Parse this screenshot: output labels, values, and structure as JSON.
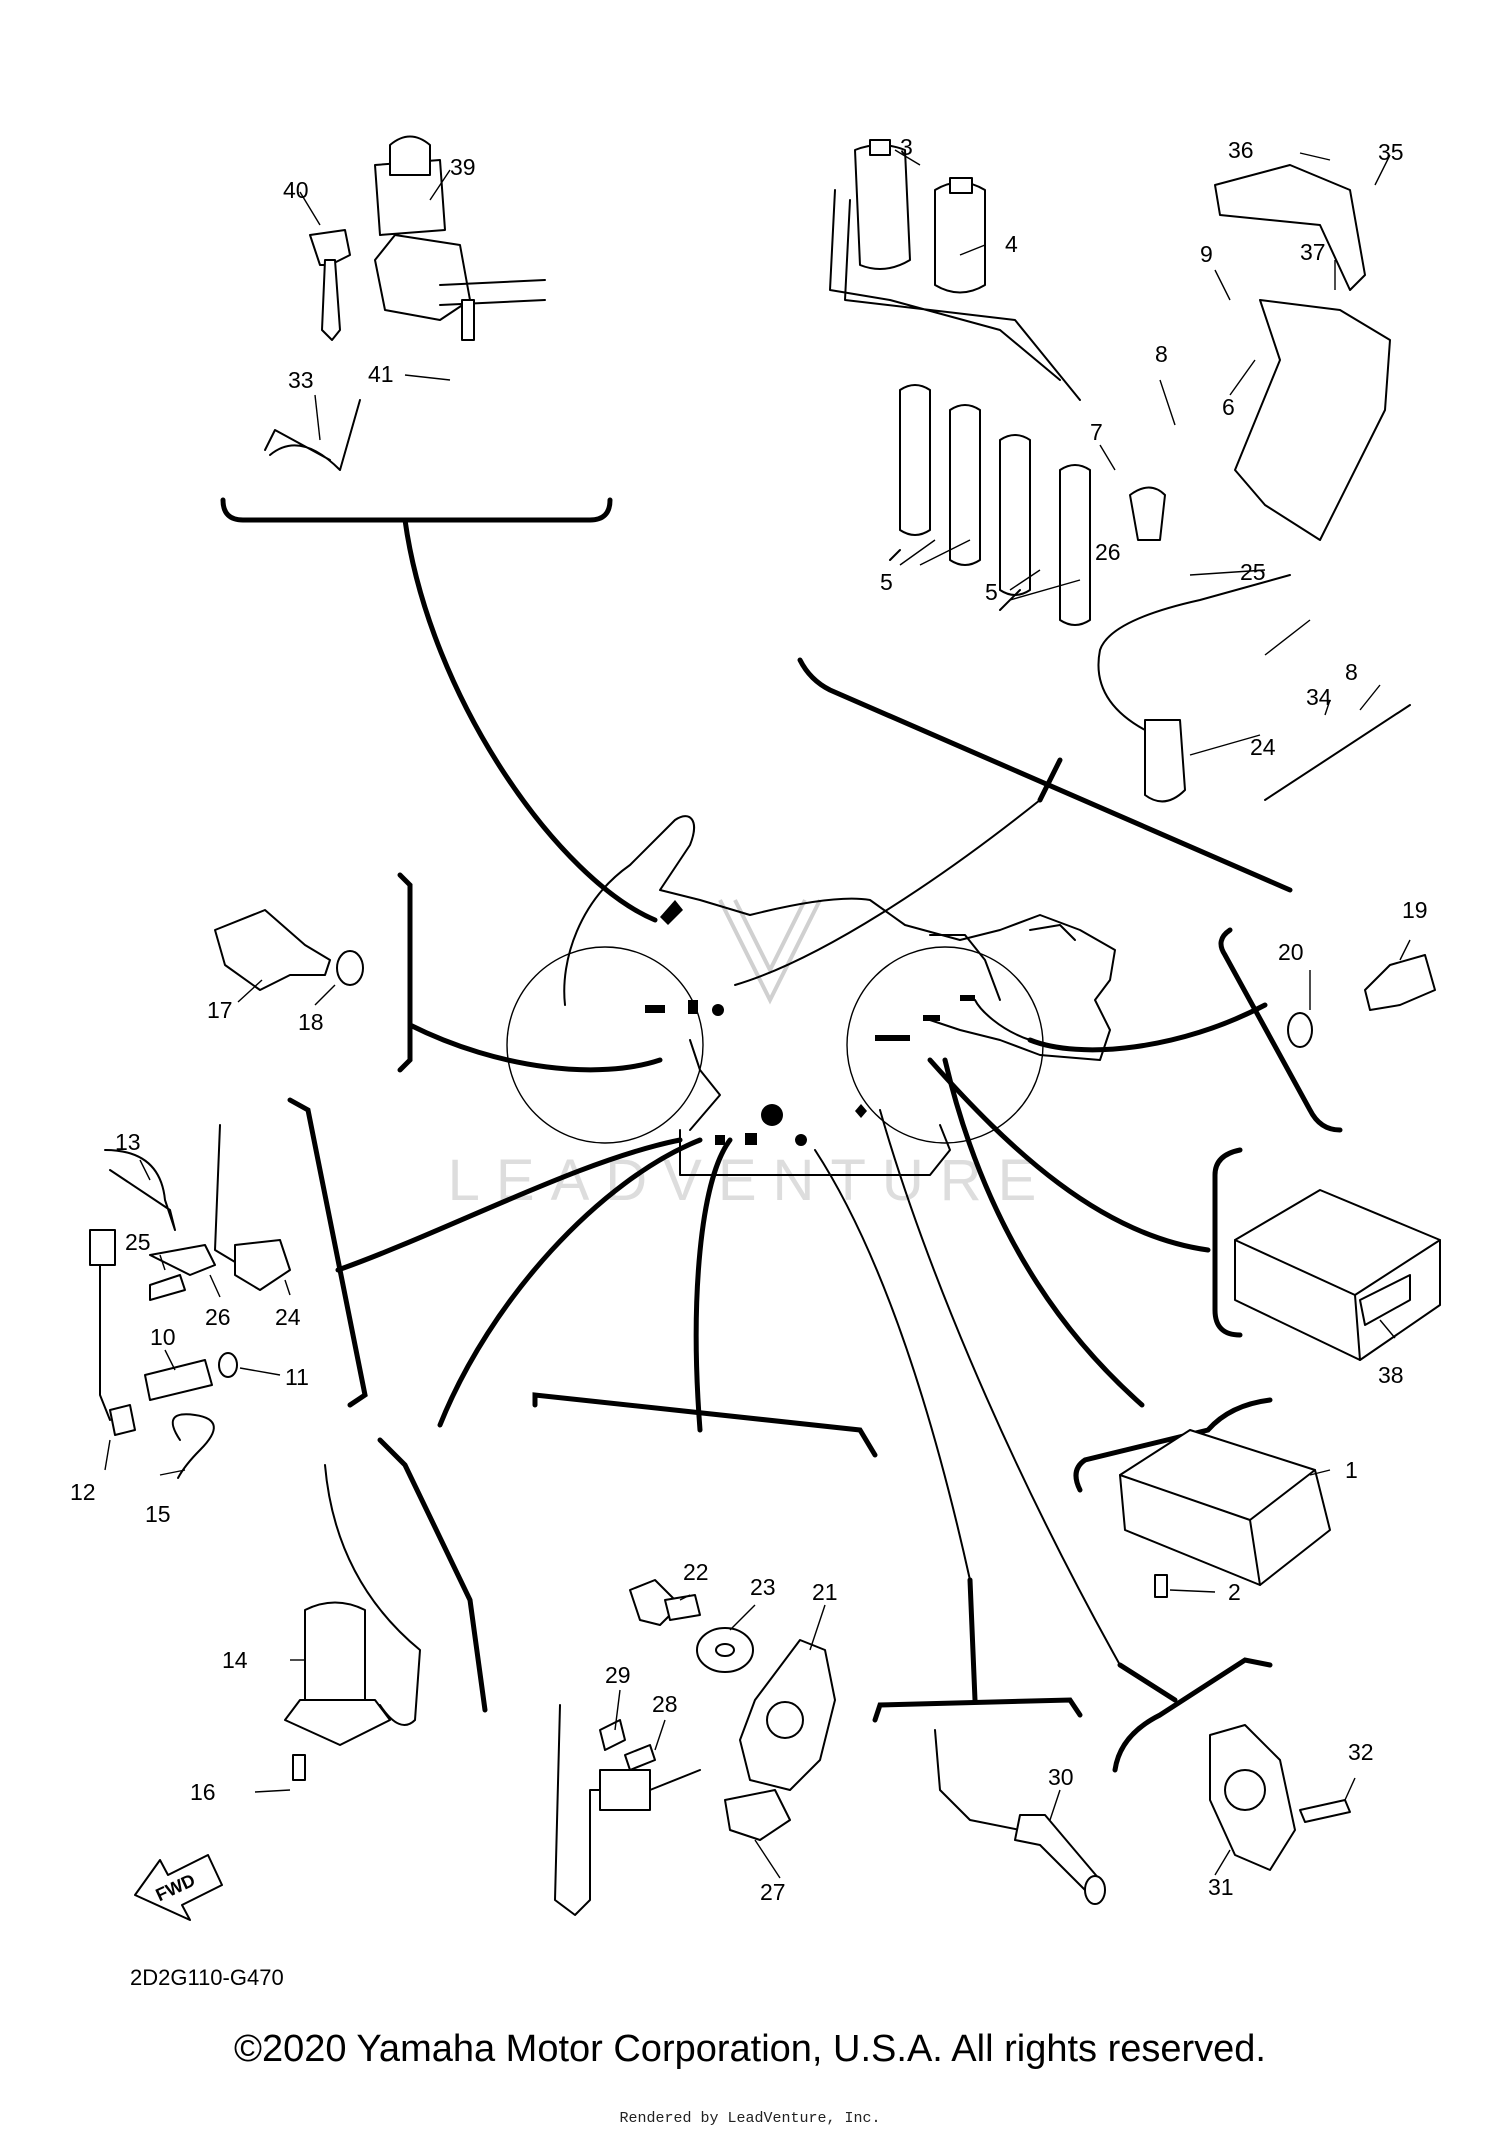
{
  "diagram": {
    "part_numbers": [
      "1",
      "2",
      "3",
      "4",
      "5",
      "5",
      "6",
      "7",
      "8",
      "8",
      "9",
      "10",
      "11",
      "12",
      "13",
      "14",
      "15",
      "16",
      "17",
      "18",
      "19",
      "20",
      "21",
      "22",
      "23",
      "24",
      "24",
      "25",
      "25",
      "26",
      "26",
      "27",
      "28",
      "29",
      "30",
      "31",
      "32",
      "33",
      "34",
      "35",
      "36",
      "37",
      "38",
      "39",
      "40",
      "41"
    ],
    "fwd_label": "FWD",
    "diagram_code": "2D2G110-G470",
    "watermark": "LEADVENTURE"
  },
  "footer": {
    "copyright": "©2020 Yamaha Motor Corporation, U.S.A. All rights reserved.",
    "rendered_by": "Rendered by LeadVenture, Inc."
  }
}
